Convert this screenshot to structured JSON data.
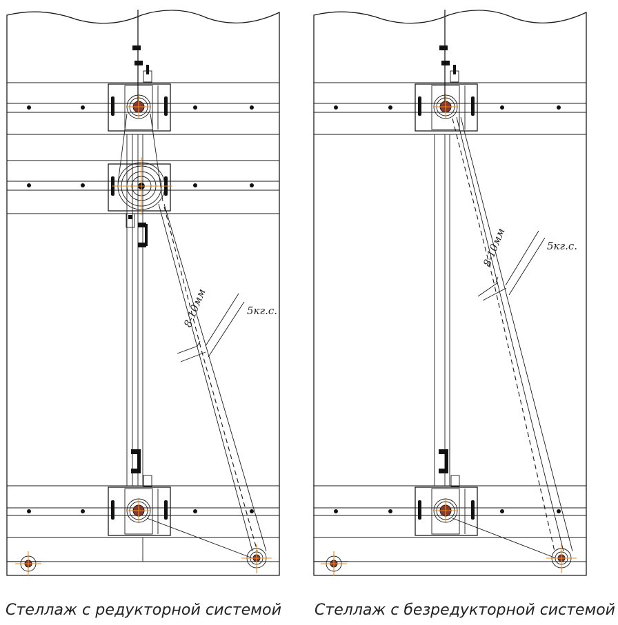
{
  "left": {
    "caption": "Стеллаж с редукторной системой",
    "gap_label": "8-10мм",
    "force_label": "5кг.с."
  },
  "right": {
    "caption": "Стеллаж с безредукторной системой",
    "gap_label": "8-10мм",
    "force_label": "5кг.с."
  },
  "colors": {
    "line": "#1a1a1a",
    "center_mark": "#f08a1a",
    "hub": "#8a3a28"
  }
}
